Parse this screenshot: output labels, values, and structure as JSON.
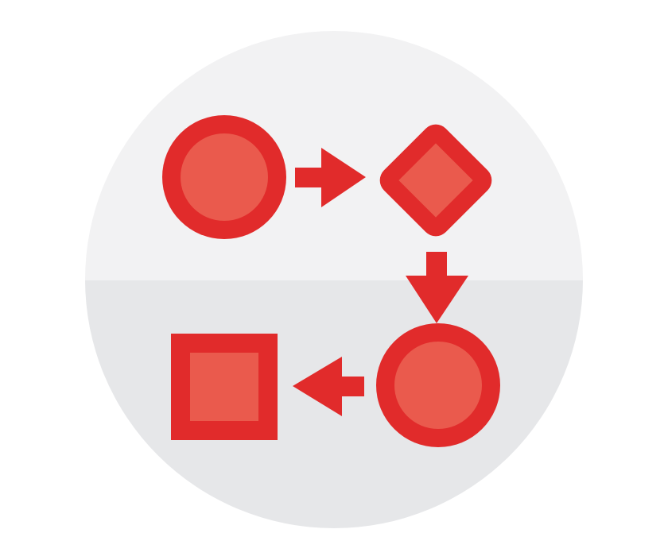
{
  "diagram": {
    "nodes": [
      {
        "id": "start",
        "shape": "circle-icon"
      },
      {
        "id": "decision",
        "shape": "diamond-icon"
      },
      {
        "id": "process",
        "shape": "circle-icon"
      },
      {
        "id": "end",
        "shape": "square-icon"
      }
    ],
    "edges": [
      {
        "from": "start",
        "to": "decision",
        "direction": "right"
      },
      {
        "from": "decision",
        "to": "process",
        "direction": "down"
      },
      {
        "from": "process",
        "to": "end",
        "direction": "left"
      }
    ]
  },
  "colors": {
    "badge_top": "#f2f2f3",
    "badge_bottom": "#e6e7e9",
    "shape_stroke": "#e12b2b",
    "shape_fill": "#ea5a4d",
    "arrow": "#e12b2b"
  }
}
